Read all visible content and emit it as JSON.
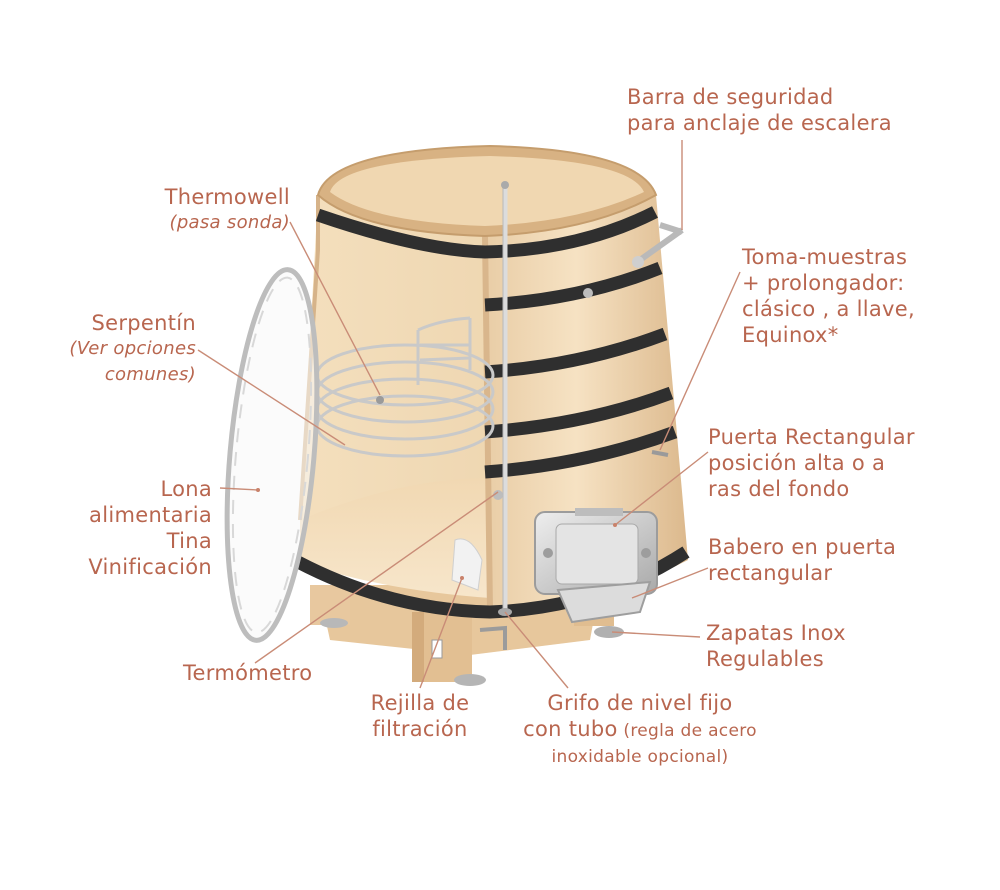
{
  "colors": {
    "label": "#b8664f",
    "wood_light": "#f3dcba",
    "wood_mid": "#e6c499",
    "hoop": "#2e2e2e",
    "steel": "#c8c8c8"
  },
  "labels": {
    "barra": {
      "line1": "Barra de seguridad",
      "line2": "para anclaje de escalera"
    },
    "thermowell": {
      "title": "Thermowell",
      "sub": "(pasa sonda)"
    },
    "toma": {
      "line1": "Toma-muestras",
      "line2": "+ prolongador:",
      "line3": "clásico , a llave,",
      "line4": "Equinox*"
    },
    "serpentin": {
      "title": "Serpentín",
      "sub1": "(Ver opciones",
      "sub2": "comunes)"
    },
    "puerta": {
      "line1": "Puerta Rectangular",
      "line2": "posición alta o a",
      "line3": "ras del fondo"
    },
    "lona": {
      "line1": "Lona",
      "line2": "alimentaria",
      "line3": "Tina",
      "line4": "Vinificación"
    },
    "babero": {
      "line1": "Babero en puerta",
      "line2": "rectangular"
    },
    "zapatas": {
      "line1": "Zapatas Inox",
      "line2": "Regulables"
    },
    "termometro": {
      "title": "Termómetro"
    },
    "rejilla": {
      "line1": "Rejilla de",
      "line2": "filtración"
    },
    "grifo": {
      "line1": "Grifo de nivel fijo",
      "line2a": "con tubo",
      "line2b": " (regla de acero",
      "line3": "inoxidable opcional)"
    }
  }
}
